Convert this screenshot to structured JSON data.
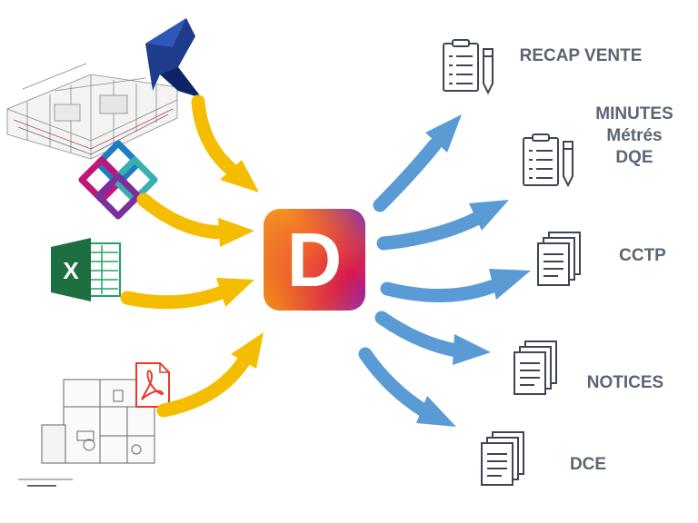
{
  "center": {
    "logo_letter": "D"
  },
  "inputs": [
    {
      "name": "3d-bim-model",
      "icon": "bim-3d-model-icon"
    },
    {
      "name": "ifc-format",
      "icon": "ifc-logo-icon"
    },
    {
      "name": "excel-file",
      "icon": "excel-icon",
      "letter": "X"
    },
    {
      "name": "floor-plan-pdf",
      "icon": "pdf-icon"
    }
  ],
  "outputs": [
    {
      "id": "recap",
      "lines": [
        "RECAP VENTE"
      ]
    },
    {
      "id": "minutes",
      "lines": [
        "MINUTES",
        "Métrés",
        "DQE"
      ]
    },
    {
      "id": "cctp",
      "lines": [
        "CCTP"
      ]
    },
    {
      "id": "notices",
      "lines": [
        "NOTICES"
      ]
    },
    {
      "id": "dce",
      "lines": [
        "DCE"
      ]
    }
  ],
  "colors": {
    "input_arrow": "#f5bd00",
    "output_arrow": "#5b9bd5",
    "label_text": "#5b6574",
    "excel_green": "#1d6f42",
    "pdf_red": "#e8392a",
    "logo_gradient": [
      "#f39c12",
      "#e84a3c",
      "#c0155c",
      "#7a2cb0"
    ]
  }
}
